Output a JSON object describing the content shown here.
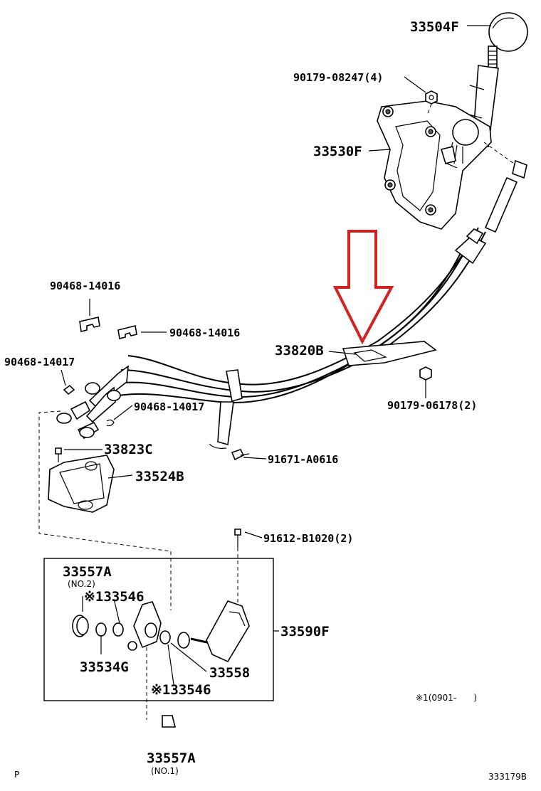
{
  "labels": {
    "knob": "33504F",
    "nut_4": "90179-08247(4)",
    "bracket_lever": "33530F",
    "clip_a": "90468-14016",
    "clip_b": "90468-14016",
    "clip_c": "90468-14017",
    "clip_d": "90468-14017",
    "cable": "33820B",
    "nut_2": "90179-06178(2)",
    "bolt_c": "33823C",
    "bracket_b": "33524B",
    "bolt_91671": "91671-A0616",
    "bolt_91612": "91612-B1020(2)",
    "bushing_a": "33557A",
    "bushing_a_no": "(NO.2)",
    "washer_top": "※133546",
    "washer_bottom": "※133546",
    "bushing_g": "33534G",
    "assy": "33590F",
    "collar": "33558",
    "bushing_bottom": "33557A",
    "bushing_bottom_no": "(NO.1)",
    "footnote": "※1(0901-　　)",
    "corner_p": "P",
    "diagram_id": "333179B"
  },
  "highlight_color": "#d22222"
}
